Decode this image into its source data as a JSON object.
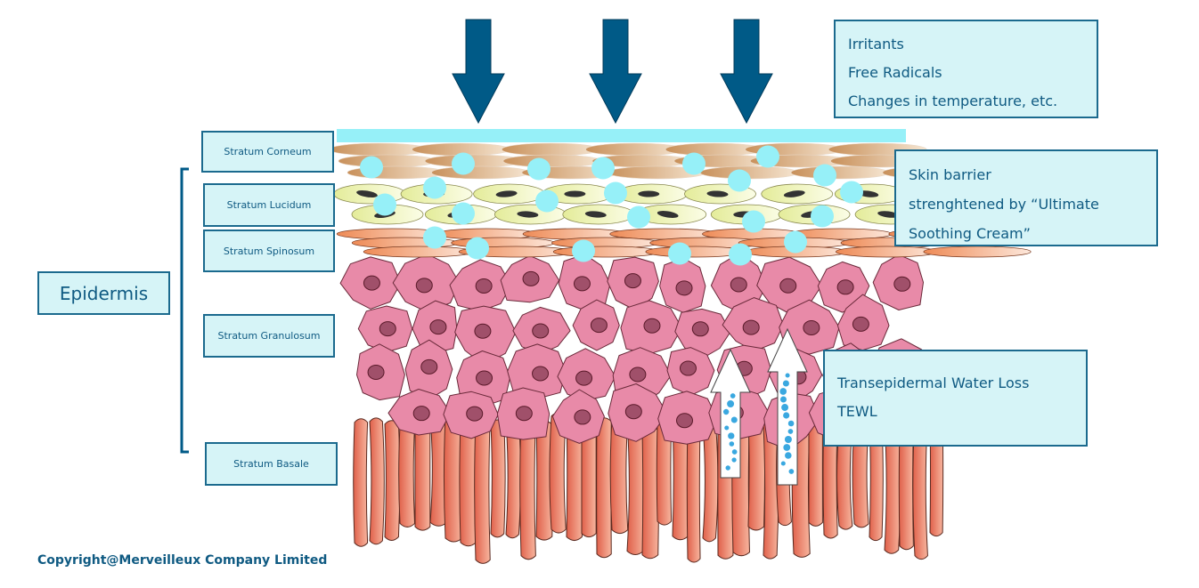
{
  "stimuli_box": {
    "lines": [
      "Irritants",
      "Free Radicals",
      "Changes in temperature, etc."
    ]
  },
  "barrier_box": {
    "lines": [
      "Skin barrier",
      "strenghtened by “Ultimate",
      "Soothing Cream”"
    ]
  },
  "tewl_box": {
    "lines": [
      "Transepidermal Water Loss",
      "TEWL"
    ]
  },
  "epidermis_label": "Epidermis",
  "layers": [
    "Stratum Corneum",
    "Stratum Lucidum",
    "Stratum Spinosum",
    "Stratum Granulosum",
    "Stratum Basale"
  ],
  "copyright": "Copyright@Merveilleux Company Limited",
  "colors": {
    "arrow": "#005a87",
    "box_fill": "#d6f4f7",
    "box_border": "#1b6a8e",
    "barrier_film": "#96f0f8",
    "droplet": "#96f0f8",
    "corneum": "#c8905a",
    "lucidum": "#e4ec9a",
    "spinosum": "#ee8a55",
    "granulosum": "#e88aa8",
    "basale": "#e0604a"
  },
  "icons": [
    "down-arrow-icon",
    "up-arrow-icon",
    "water-bubble-icon",
    "bracket"
  ]
}
